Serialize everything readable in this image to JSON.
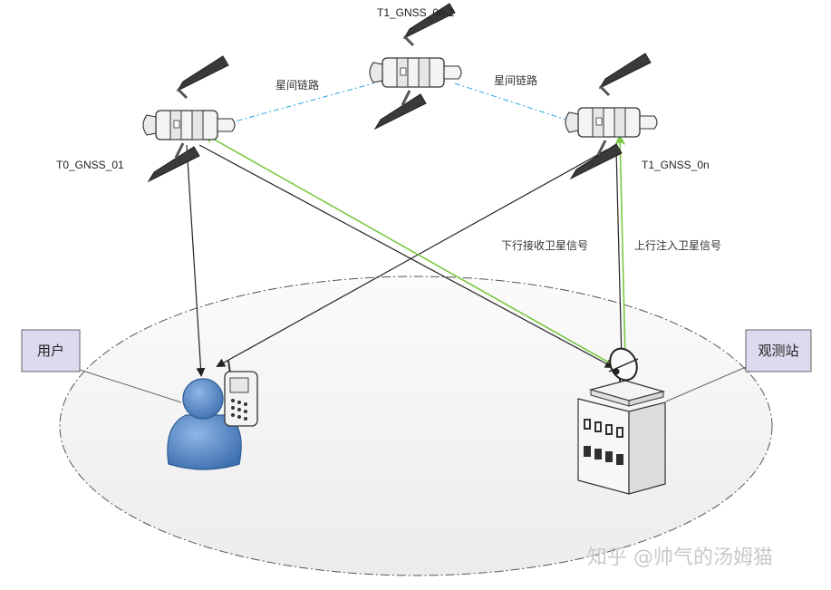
{
  "satellites": {
    "left": "T0_GNSS_01",
    "top": "T1_GNSS_0n-1",
    "right": "T1_GNSS_0n"
  },
  "links": {
    "isl_left": "星间链路",
    "isl_right": "星间链路",
    "downlink": "下行接收卫星信号",
    "uplink": "上行注入卫星信号"
  },
  "nodes": {
    "user": "用户",
    "station": "观测站"
  },
  "watermark": "知乎 @帅气的汤姆猫",
  "colors": {
    "uplink_green": "#7ac943",
    "isl_blue": "#29a8e0",
    "label_box_fill": "#ddd9ee",
    "user_blue": "#5b8cc8"
  }
}
